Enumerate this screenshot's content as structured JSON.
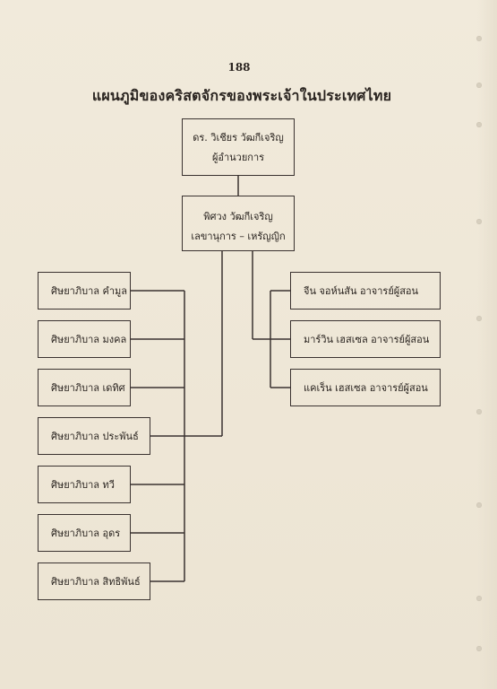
{
  "page_number": "188",
  "title": "แผนภูมิของคริสตจักรของพระเจ้าในประเทศไทย",
  "director": {
    "name": "ดร. วิเชียร วัฒกีเจริญ",
    "role": "ผู้อำนวยการ"
  },
  "secretary": {
    "name": "พิศวง วัฒกีเจริญ",
    "role": "เลขานุการ – เหรัญญิก"
  },
  "nurseries": [
    "ศิษยาภิบาล คำมูล",
    "ศิษยาภิบาล มงคล",
    "ศิษยาภิบาล เดทิศ",
    "ศิษยาภิบาล ประพันธ์",
    "ศิษยาภิบาล ทวี",
    "ศิษยาภิบาล อุดร",
    "ศิษยาภิบาล สิทธิพันธ์"
  ],
  "teachers": [
    "จีน จอห์นสัน อาจารย์ผู้สอน",
    "มาร์วิน เฮสเซล อาจารย์ผู้สอน",
    "แคเร็น เฮสเซล อาจารย์ผู้สอน"
  ]
}
